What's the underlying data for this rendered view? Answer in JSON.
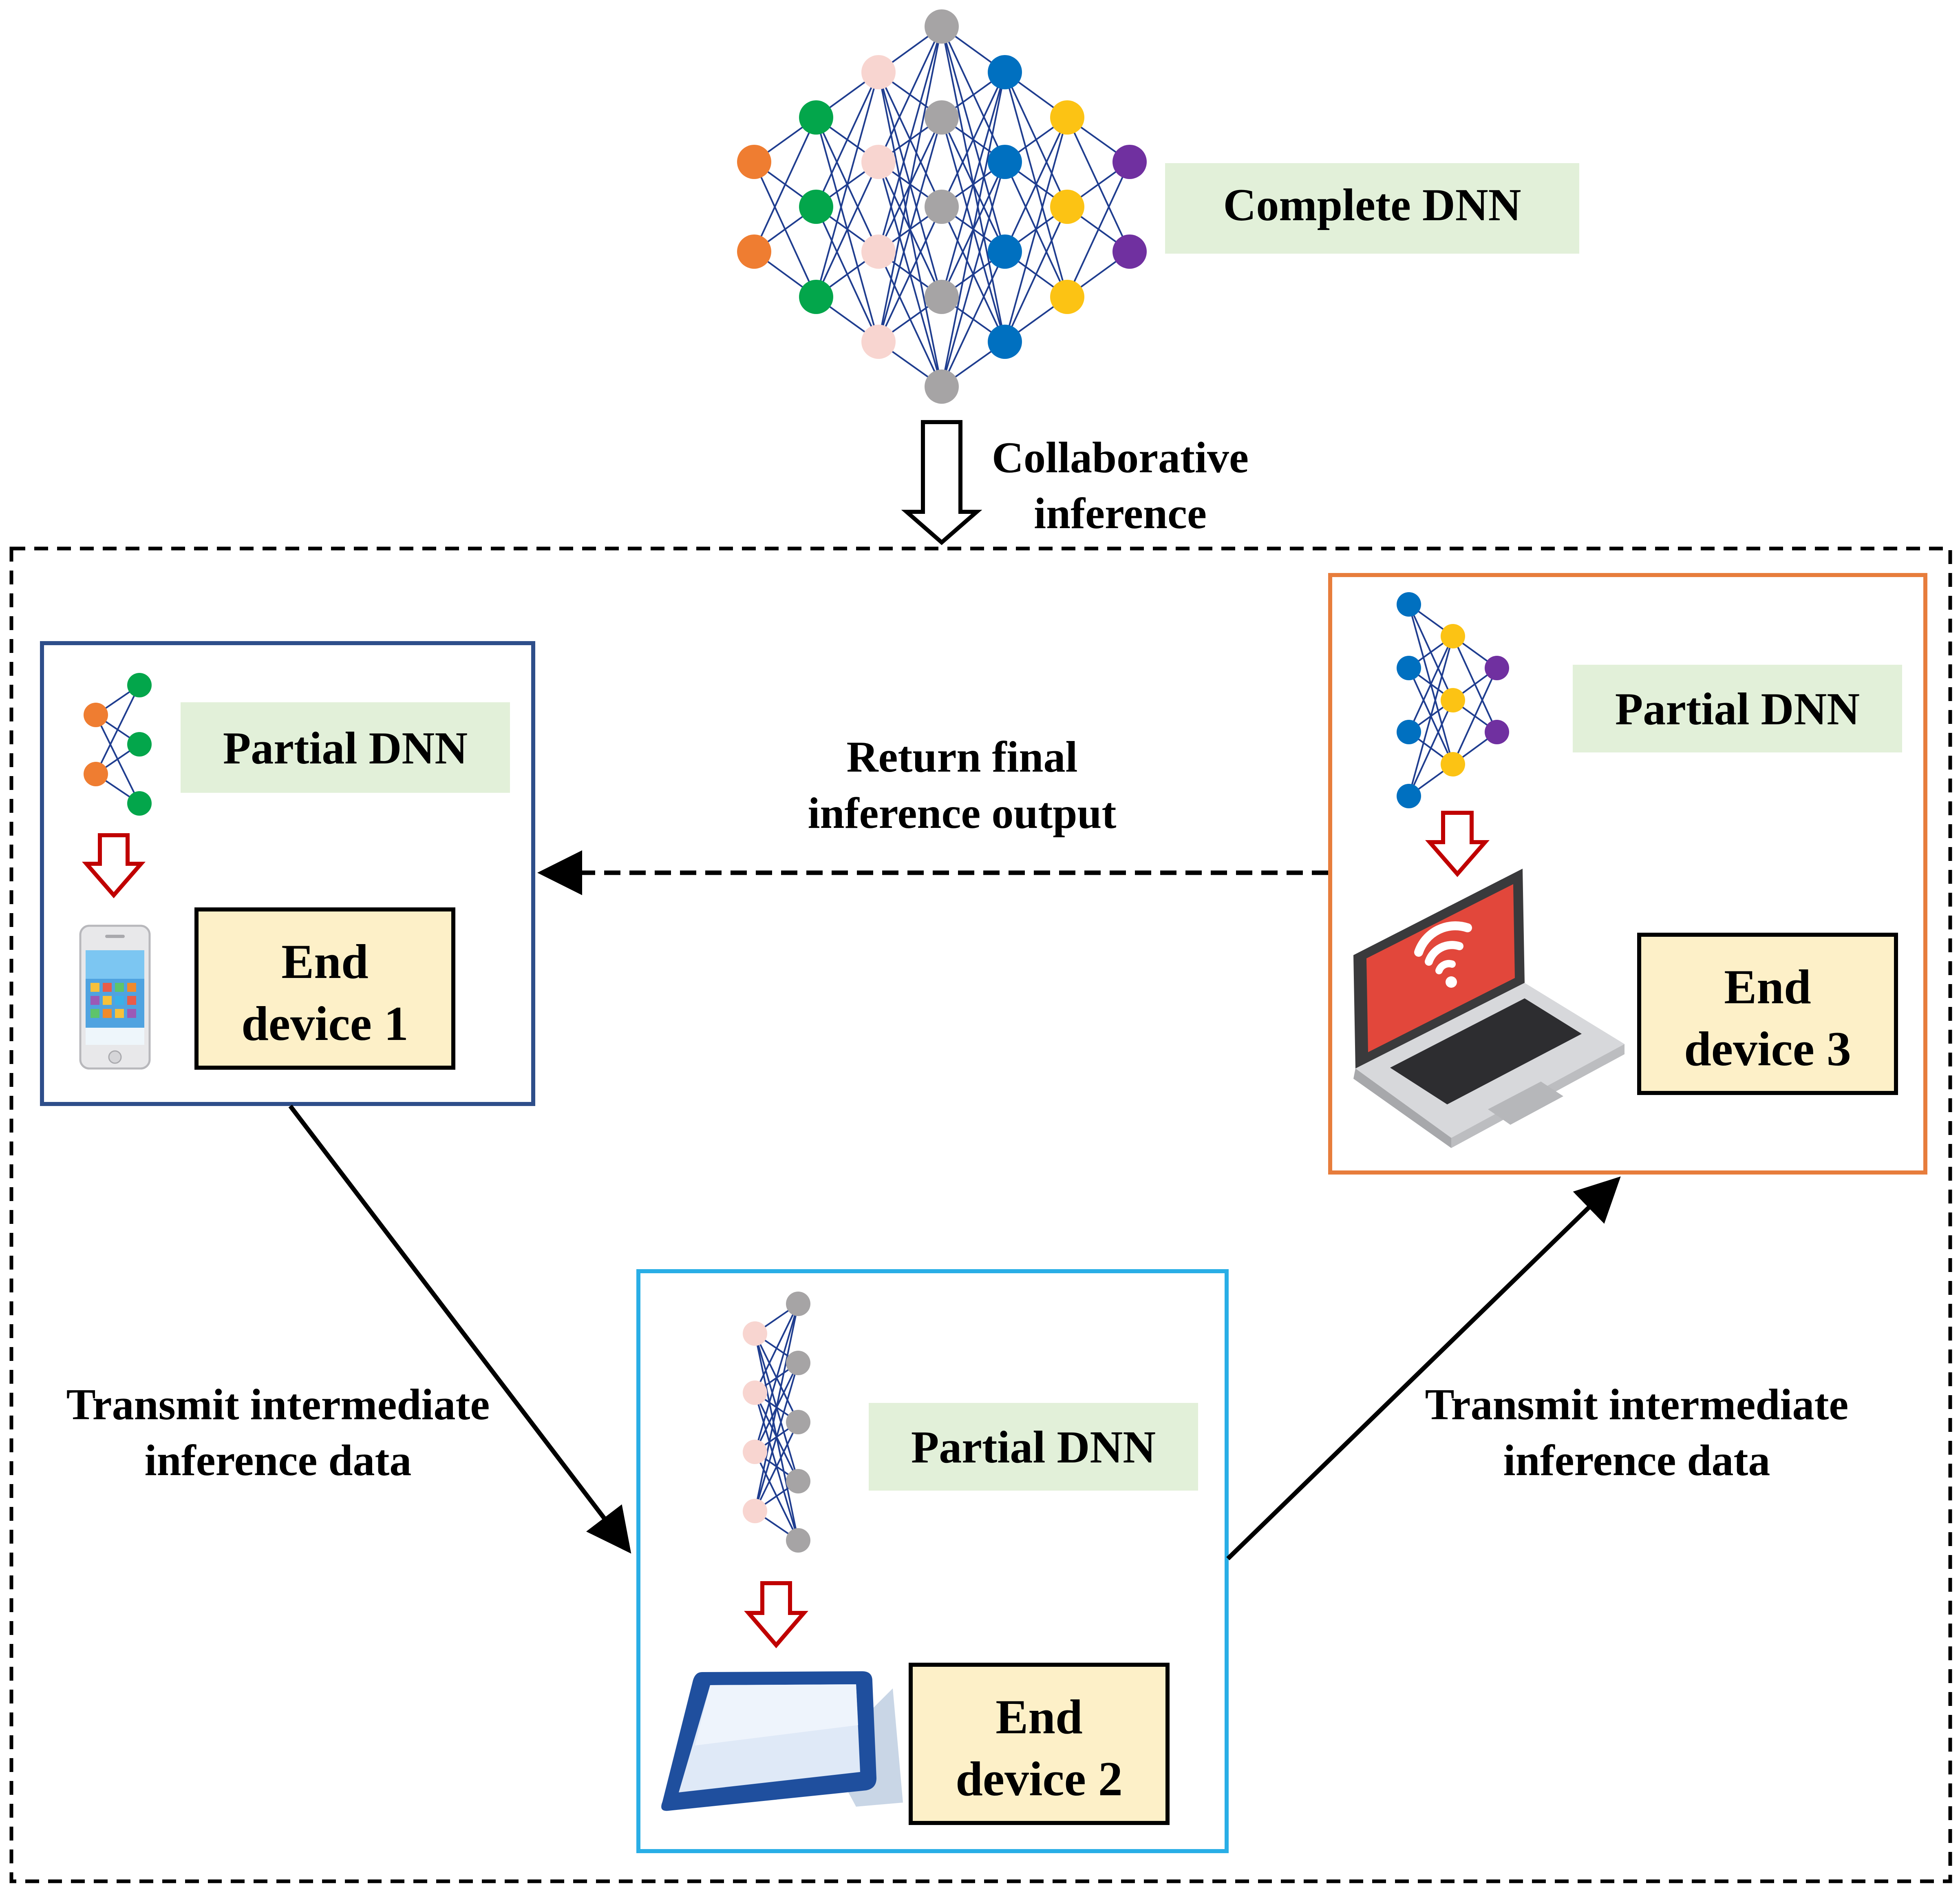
{
  "complete_dnn": {
    "label": "Complete DNN",
    "layer_colors": [
      "#ef7d31",
      "#03a64b",
      "#f8d5d0",
      "#a6a4a5",
      "#0070c0",
      "#fcc314",
      "#7030a0"
    ],
    "layer_sizes": [
      2,
      3,
      4,
      5,
      4,
      3,
      2
    ]
  },
  "collab": {
    "line1": "Collaborative",
    "line2": "inference"
  },
  "return_label": {
    "line1": "Return final",
    "line2": "inference output"
  },
  "transmit_left": {
    "line1": "Transmit intermediate",
    "line2": "inference data"
  },
  "transmit_right": {
    "line1": "Transmit intermediate",
    "line2": "inference data"
  },
  "device1": {
    "partial_label": "Partial DNN",
    "end_line1": "End",
    "end_line2": "device 1",
    "border_color": "#2e4e8a"
  },
  "device2": {
    "partial_label": "Partial DNN",
    "end_line1": "End",
    "end_line2": "device 2",
    "border_color": "#29aee6"
  },
  "device3": {
    "partial_label": "Partial DNN",
    "end_line1": "End",
    "end_line2": "device 3",
    "border_color": "#e77d3c"
  },
  "colors": {
    "label_bg": "#e2f0d9",
    "end_bg": "#fdf0c8",
    "edge": "#1f3d8f",
    "down_arrow": "#c00000"
  }
}
